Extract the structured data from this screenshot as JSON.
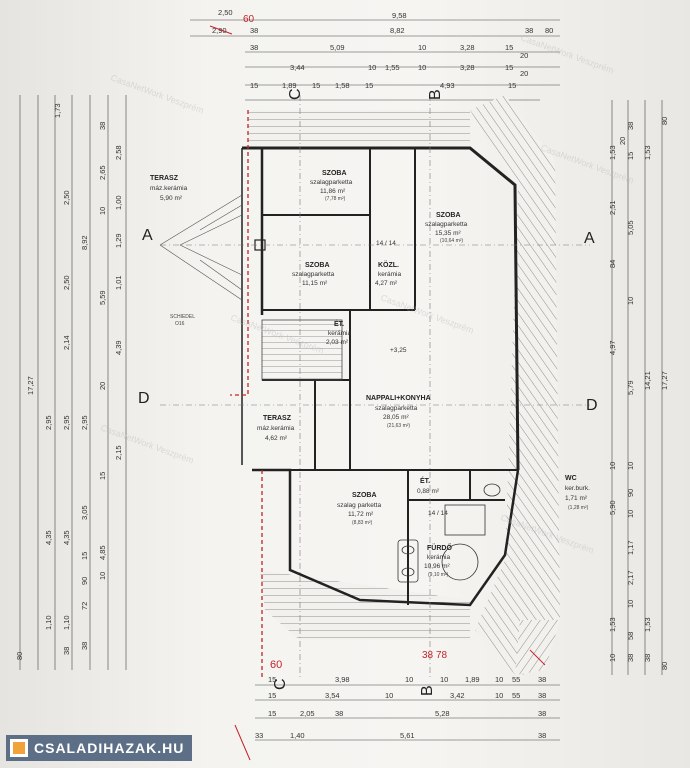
{
  "rooms": {
    "terasz_top": {
      "name": "TERASZ",
      "material": "máz.kerámia",
      "area": "5,90 m²"
    },
    "szoba1": {
      "name": "SZOBA",
      "material": "szalagparketta",
      "area": "11,86 m²",
      "area2": "(7,78 m²)"
    },
    "szoba2": {
      "name": "SZOBA",
      "material": "szalagparketta",
      "area": "15,35 m²",
      "area2": "(10,64 m²)"
    },
    "szoba3": {
      "name": "SZOBA",
      "material": "szalagparketta",
      "area": "11,15 m²"
    },
    "kozl": {
      "name": "KÖZL.",
      "material": "kerámia",
      "area": "4,27 m²"
    },
    "et1": {
      "name": "ÉT.",
      "material": "kerámia",
      "area": "2,03 m²"
    },
    "nappali": {
      "name": "NAPPALI+KONYHA",
      "material": "szalagparketta",
      "area": "28,05 m²",
      "area2": "(21,63 m²)"
    },
    "terasz_mid": {
      "name": "TERASZ",
      "material": "máz.kerámia",
      "area": "4,62 m²"
    },
    "wc": {
      "name": "WC",
      "material": "ker.burk.",
      "area": "1,71 m²",
      "area2": "(1,28 m²)"
    },
    "et2": {
      "name": "ÉT.",
      "area": "0,88 m²"
    },
    "szoba4": {
      "name": "SZOBA",
      "material": "szalag parketta",
      "area": "11,72 m²",
      "area2": "(8,83 m²)"
    },
    "furdo": {
      "name": "FÜRDŐ",
      "material": "kerámia",
      "area": "10,96 m²",
      "area2": "(9,10 m²)"
    }
  },
  "misc": {
    "schiedel": "SCHIEDEL",
    "schiedel_size": "O16",
    "level": "+3,25",
    "stair": "14 / 14",
    "stair2": "14 / 14"
  },
  "sections": {
    "A": "A",
    "B": "B",
    "C": "C",
    "D": "D"
  },
  "watermark": "CasaNetWork Veszprém",
  "logo": "CSALADIHAZAK.HU",
  "dims_top": [
    "2,50",
    "9,58",
    "2,90",
    "38",
    "8,82",
    "38",
    "80",
    "38",
    "5,09",
    "10",
    "3,28",
    "15",
    "20",
    "3,44",
    "10",
    "1,55",
    "10",
    "3,28",
    "15",
    "20",
    "15",
    "1,89",
    "15",
    "1,58",
    "15",
    "4,93",
    "15"
  ],
  "dims_bottom": [
    "15",
    "3,98",
    "10",
    "10",
    "1,89",
    "10",
    "55",
    "38",
    "15",
    "3,54",
    "10",
    "3,42",
    "10",
    "55",
    "38",
    "15",
    "2,05",
    "38",
    "5,28",
    "38",
    "33",
    "1,40",
    "5,61",
    "38"
  ],
  "dims_left": [
    "1,73",
    "38",
    "2,58",
    "2,65",
    "2,50",
    "10",
    "1,00",
    "8,92",
    "1,29",
    "2,50",
    "5,59",
    "1,01",
    "2,14",
    "4,39",
    "20",
    "17,27",
    "2,95",
    "2,95",
    "2,95",
    "15",
    "2,15",
    "3,05",
    "4,35",
    "4,35",
    "15",
    "4,85",
    "1,10",
    "1,10",
    "72",
    "90",
    "10",
    "80",
    "38",
    "38"
  ],
  "dims_right": [
    "38",
    "1,53",
    "20",
    "15",
    "1,53",
    "2,51",
    "5,05",
    "80",
    "84",
    "10",
    "4,97",
    "5,79",
    "14,21",
    "17,27",
    "10",
    "10",
    "90",
    "5,90",
    "10",
    "1,17",
    "2,17",
    "10",
    "1,53",
    "1,53",
    "58",
    "38",
    "10",
    "38",
    "80"
  ],
  "handwritten": {
    "h1": "60",
    "h2": "60",
    "h3": "38",
    "h4": "78",
    "h5": "2,50"
  }
}
